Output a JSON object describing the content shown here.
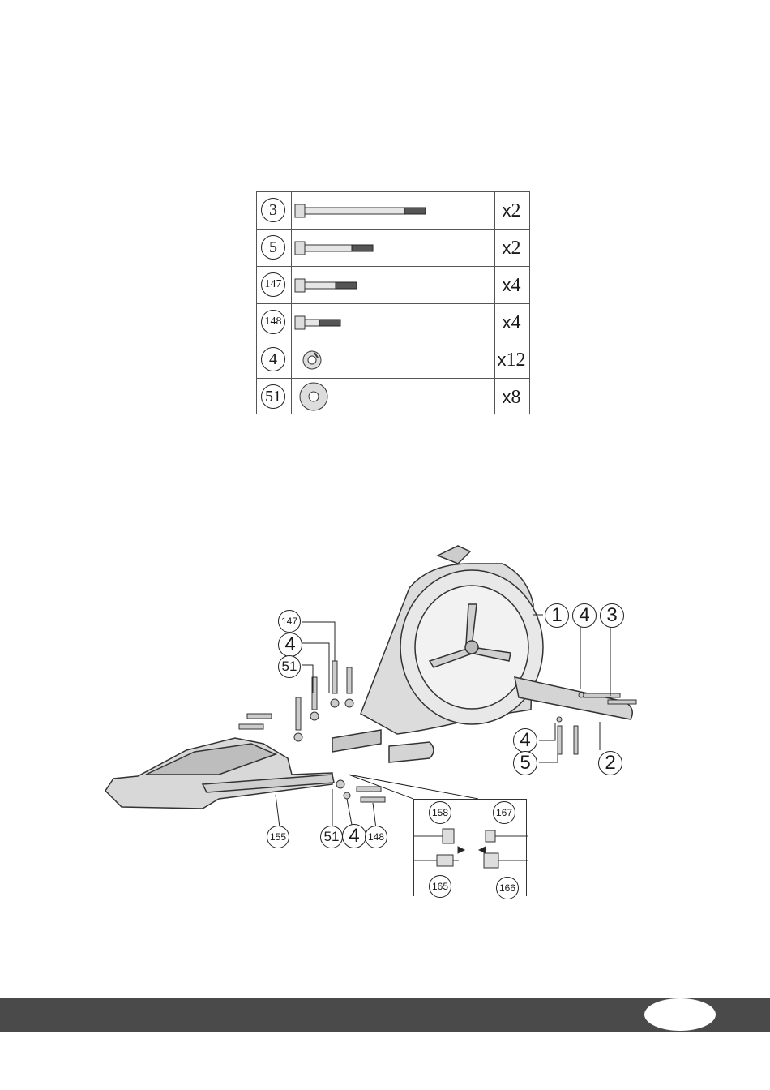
{
  "parts": [
    {
      "id": "3",
      "qty_prefix": "x",
      "qty": "2",
      "kind": "bolt-long"
    },
    {
      "id": "5",
      "qty_prefix": "x",
      "qty": "2",
      "kind": "bolt-medium"
    },
    {
      "id": "147",
      "qty_prefix": "x",
      "qty": "4",
      "kind": "bolt-short"
    },
    {
      "id": "148",
      "qty_prefix": "x",
      "qty": "4",
      "kind": "bolt-shorter"
    },
    {
      "id": "4",
      "qty_prefix": "x",
      "qty": "12",
      "kind": "spring-washer"
    },
    {
      "id": "51",
      "qty_prefix": "x",
      "qty": "8",
      "kind": "flat-washer"
    }
  ],
  "callouts": {
    "c147": "147",
    "c4a": "4",
    "c51a": "51",
    "c1": "1",
    "c4b": "4",
    "c3": "3",
    "c4c": "4",
    "c5": "5",
    "c2": "2",
    "c155": "155",
    "c51b": "51",
    "c4d": "4",
    "c148": "148",
    "c158": "158",
    "c167": "167",
    "c165": "165",
    "c166": "166"
  },
  "footer": {
    "page_number": ""
  }
}
